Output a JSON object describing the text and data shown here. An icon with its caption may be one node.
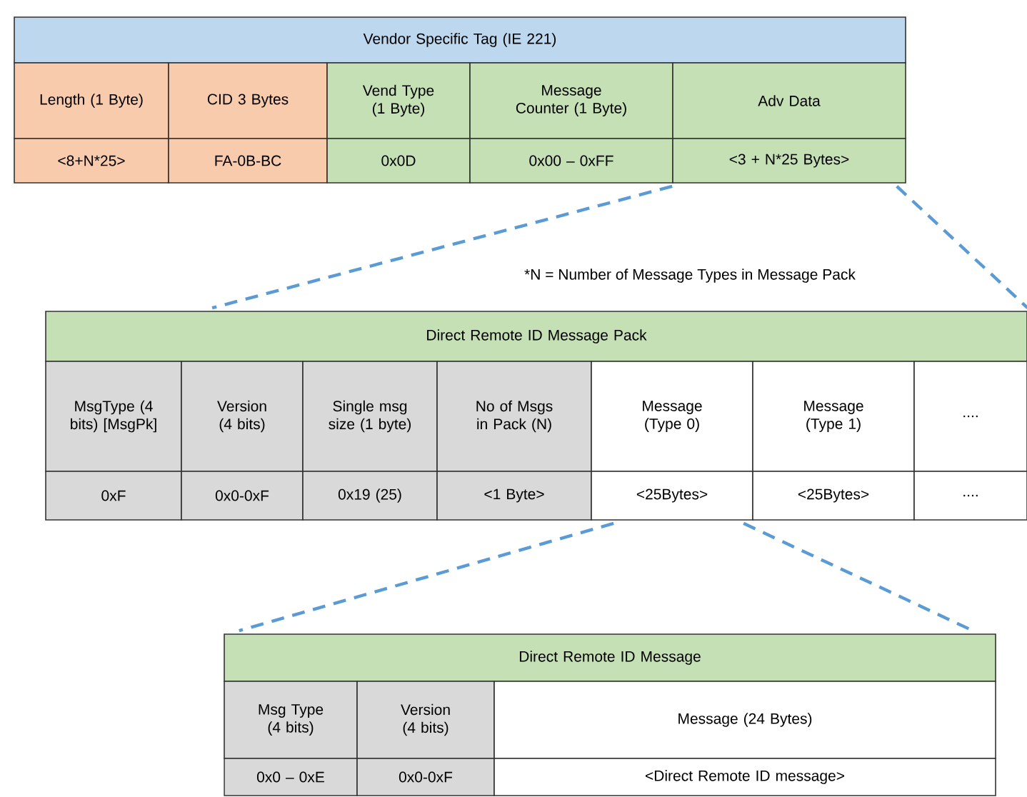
{
  "diagram": {
    "nodes": [
      {
        "text": [
          "Vendor Specific Tag (IE 221)"
        ]
      },
      {
        "text": [
          "Length (1 Byte)"
        ]
      },
      {
        "text": [
          "CID 3 Bytes"
        ]
      },
      {
        "text": [
          "Vend Type (1 Byte)"
        ]
      },
      {
        "text": [
          "Message Counter (1 Byte)"
        ]
      },
      {
        "text": [
          "Adv Data"
        ]
      },
      {
        "text": [
          "<8+N*25>"
        ]
      },
      {
        "text": [
          "FA-0B-BC"
        ]
      },
      {
        "text": [
          "0x0D"
        ]
      },
      {
        "text": [
          "0x00 – 0xFF"
        ]
      },
      {
        "text": [
          "<3 + N*25 Bytes>"
        ]
      },
      {
        "text": [
          "Direct Remote ID Message Pack"
        ]
      },
      {
        "text": [
          "MsgType (4 bits) [MsgPk]"
        ]
      },
      {
        "text": [
          "Version (4 bits)"
        ]
      },
      {
        "text": [
          "Single msg size (1 byte)"
        ]
      },
      {
        "text": [
          "No of Msgs in Pack (N)"
        ]
      },
      {
        "text": [
          "Message (Type 0)"
        ]
      },
      {
        "text": [
          "Message (Type 1)"
        ]
      },
      {
        "text": [
          "...."
        ]
      },
      {
        "text": [
          "0xF"
        ]
      },
      {
        "text": [
          "0x0-0xF"
        ]
      },
      {
        "text": [
          "0x19 (25)"
        ]
      },
      {
        "text": [
          "<1 Byte>"
        ]
      },
      {
        "text": [
          "<25Bytes>"
        ]
      },
      {
        "text": [
          "<25Bytes>"
        ]
      },
      {
        "text": [
          "...."
        ]
      },
      {
        "text": [
          "Direct Remote ID Message"
        ]
      },
      {
        "text": [
          "Msg Type (4 bits)"
        ]
      },
      {
        "text": [
          "Version (4 bits)"
        ]
      },
      {
        "text": [
          "Message (24 Bytes)"
        ]
      },
      {
        "text": [
          "0x0 – 0xE"
        ]
      },
      {
        "text": [
          "0x0-0xF"
        ]
      },
      {
        "text": [
          "<Direct Remote ID message>"
        ]
      }
    ],
    "edges": [
      {
        "from": 10,
        "to": 11,
        "arrow": "none",
        "style": "dashed"
      },
      {
        "from": 10,
        "to": 11,
        "arrow": "none",
        "style": "dashed"
      },
      {
        "from": 23,
        "to": 26,
        "arrow": "none",
        "style": "dashed"
      },
      {
        "from": 23,
        "to": 26,
        "arrow": "none",
        "style": "dashed"
      }
    ],
    "labels": [
      "*N = Number of Message Types in Message Pack"
    ]
  }
}
